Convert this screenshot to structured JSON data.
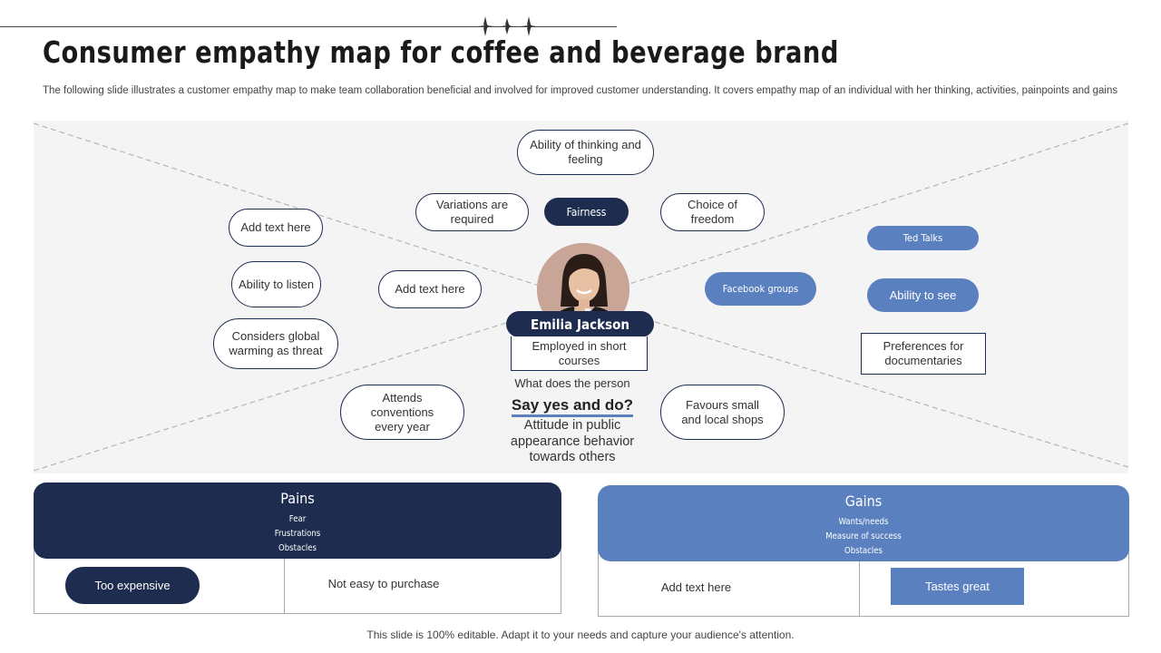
{
  "title": "Consumer empathy map for coffee and beverage brand",
  "subtitle": "The following slide illustrates a customer empathy map to make team collaboration beneficial and involved for improved customer understanding. It covers empathy map of an individual with her thinking, activities, painpoints and gains",
  "colors": {
    "navy": "#1e2d4f",
    "blue": "#5b80c0",
    "map_bg": "#f4f4f4"
  },
  "map": {
    "think_top": "Ability of thinking and feeling",
    "variations": "Variations are required",
    "fairness": "Fairness",
    "choice": "Choice of freedom",
    "add_text_1": "Add text here",
    "ability_listen": "Ability to listen",
    "add_text_2": "Add text here",
    "global_warming": "Considers global warming as threat",
    "attends": "Attends conventions every year",
    "favours": "Favours small and local shops",
    "ted_talks": "Ted Talks",
    "facebook": "Facebook groups",
    "ability_see": "Ability to see",
    "preferences": "Preferences for documentaries",
    "person_name": "Emilia Jackson",
    "employed": "Employed in short courses",
    "what_does": "What does the person",
    "say_yes": "Say yes and do?",
    "attitude": "Attitude in public appearance behavior towards others"
  },
  "pains": {
    "title": "Pains",
    "line1": "Fear",
    "line2": "Frustrations",
    "line3": "Obstacles",
    "item1": "Too expensive",
    "item2": "Not easy to purchase"
  },
  "gains": {
    "title": "Gains",
    "line1": "Wants/needs",
    "line2": "Measure of success",
    "line3": "Obstacles",
    "item1": "Add text here",
    "item2": "Tastes great"
  },
  "footer": "This slide is 100% editable. Adapt it to your needs and capture your audience's attention."
}
